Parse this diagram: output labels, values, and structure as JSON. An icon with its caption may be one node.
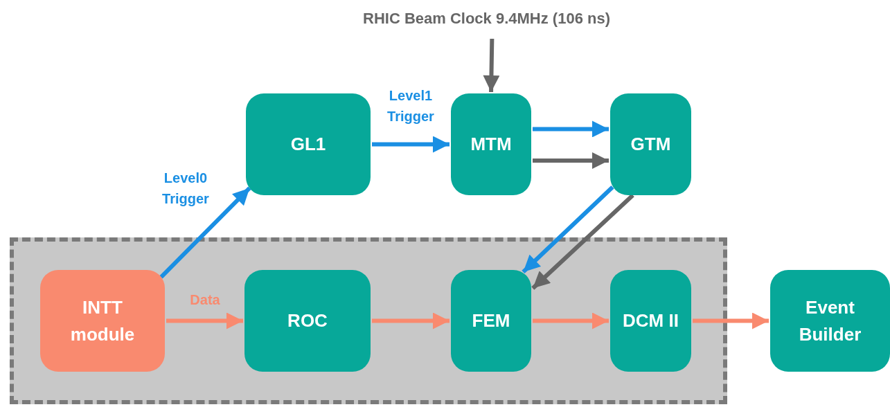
{
  "diagram": {
    "nodes": [
      {
        "text": [
          "RHIC Beam Clock 9.4MHz (106 ns)"
        ]
      },
      {
        "text": [
          "GL1"
        ]
      },
      {
        "text": [
          "MTM"
        ]
      },
      {
        "text": [
          "GTM"
        ]
      },
      {
        "text": [],
        "shape": "box"
      },
      {
        "text": [
          "INTT module"
        ],
        "in": 4
      },
      {
        "text": [
          "ROC"
        ],
        "in": 4
      },
      {
        "text": [
          "FEM"
        ],
        "in": 4
      },
      {
        "text": [
          "DCM II"
        ],
        "in": 4
      },
      {
        "text": [
          "Event Builder"
        ]
      }
    ],
    "edges": [
      {
        "from": 0,
        "to": 2,
        "arrow": "to",
        "color": "#666666"
      },
      {
        "from": 5,
        "to": 1,
        "arrow": "to",
        "label": "Level0 Trigger",
        "color": "#1a8fe3"
      },
      {
        "from": 1,
        "to": 2,
        "arrow": "to",
        "label": "Level1 Trigger",
        "color": "#1a8fe3"
      },
      {
        "from": 2,
        "to": 3,
        "arrow": "to",
        "color": "#1a8fe3"
      },
      {
        "from": 2,
        "to": 3,
        "arrow": "to",
        "color": "#666666"
      },
      {
        "from": 3,
        "to": 7,
        "arrow": "to",
        "color": "#1a8fe3"
      },
      {
        "from": 3,
        "to": 7,
        "arrow": "to",
        "color": "#666666"
      },
      {
        "from": 5,
        "to": 6,
        "arrow": "to",
        "label": "Data",
        "color": "#f98a6f"
      },
      {
        "from": 6,
        "to": 7,
        "arrow": "to",
        "color": "#f98a6f"
      },
      {
        "from": 7,
        "to": 8,
        "arrow": "to",
        "color": "#f98a6f"
      },
      {
        "from": 8,
        "to": 9,
        "arrow": "to",
        "color": "#f98a6f"
      }
    ]
  }
}
